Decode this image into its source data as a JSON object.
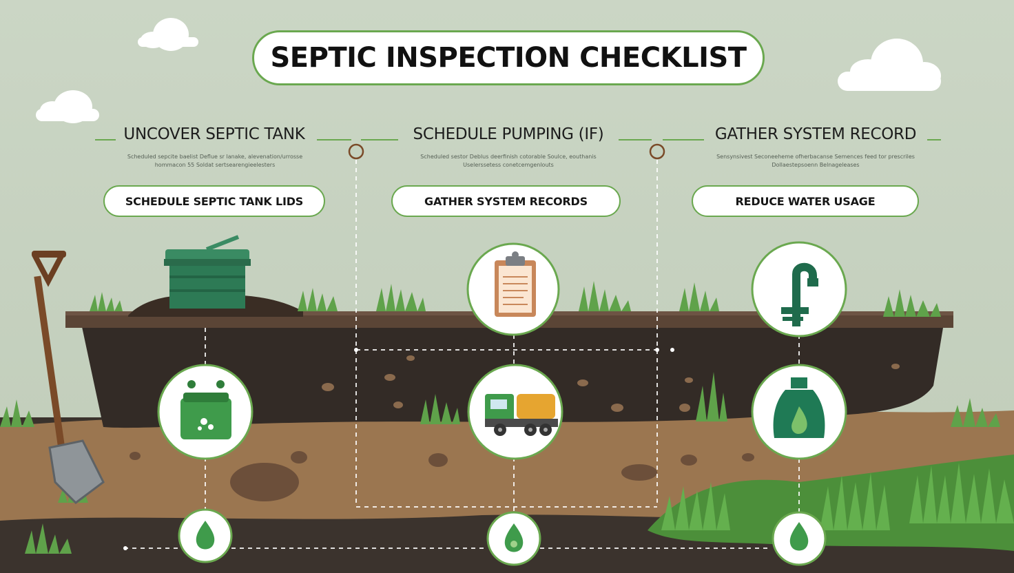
{
  "title": "SEPTIC INSPECTION CHECKLIST",
  "columns": [
    {
      "heading": "UNCOVER SEPTIC TANK",
      "subtext": "Scheduled sepcite baelist Deflue sr lanake, alevenation/urrosse hommacon 55 Soldat sertsearengieelesters",
      "button": "SCHEDULE SEPTIC TANK LIDS",
      "icons": [
        "bucket-icon",
        "tank-icon",
        "water-drop-icon"
      ]
    },
    {
      "heading": "SCHEDULE PUMPING (IF)",
      "subtext": "Scheduled sestor Deblus deerfinish cotorable Soulce, eouthanis Uselerssetess conetcemgenlouts",
      "button": "GATHER SYSTEM RECORDS",
      "icons": [
        "clipboard-icon",
        "pump-truck-icon",
        "water-drop-icon"
      ]
    },
    {
      "heading": "GATHER SYSTEM RECORD",
      "subtext": "Sensynsivest Seconeeheme ofherbacanse Semences feed tor prescriles Dollaestepsoenn Belnageleases",
      "button": "REDUCE WATER USAGE",
      "icons": [
        "faucet-icon",
        "water-jug-icon",
        "water-drop-icon"
      ]
    }
  ],
  "colors": {
    "accent_green": "#6aa84f",
    "icon_green": "#3f9b4b",
    "dark_green": "#1f6b4c",
    "soil_dark": "#3b322b",
    "soil_light": "#9b7650",
    "sky": "#c6d2c0"
  }
}
